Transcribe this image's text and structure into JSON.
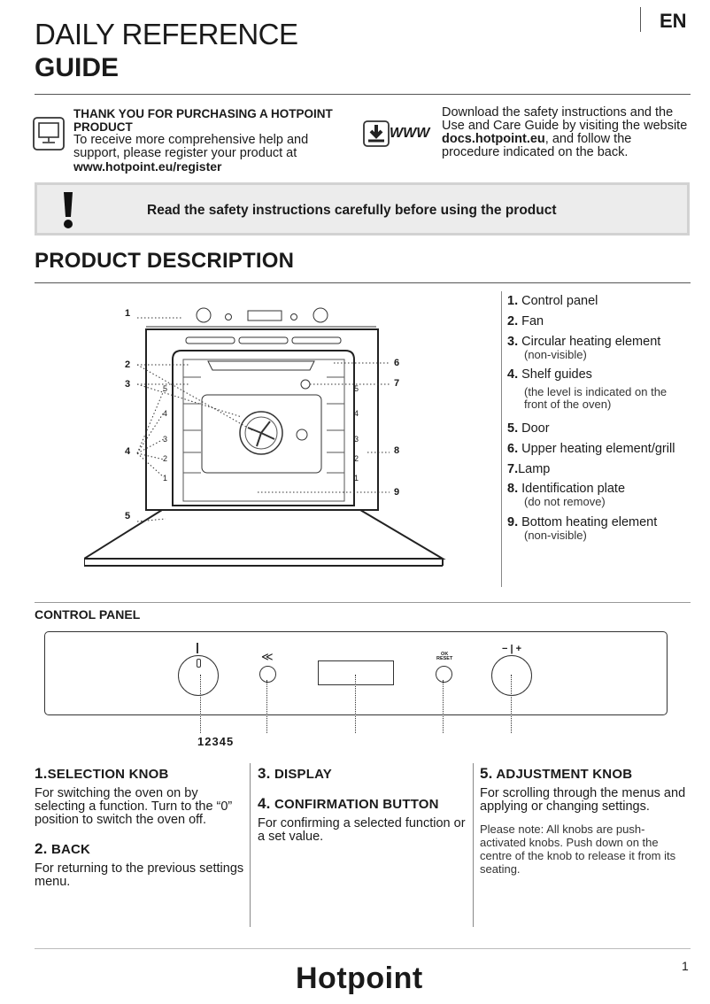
{
  "header": {
    "title_line1": "DAILY REFERENCE",
    "title_line2": "GUIDE",
    "language": "EN"
  },
  "intro": {
    "thanks_bold": "THANK YOU FOR PURCHASING A HOTPOINT PRODUCT",
    "thanks_text": "To receive more comprehensive help and support, please register your product at",
    "register_url": "www.hotpoint.eu/register",
    "download_text_1": "Download the safety instructions and the Use and Care Guide by visiting the website",
    "download_url": "docs.hotpoint.eu",
    "download_text_2": ", and follow the procedure indicated on the back.",
    "www_label": "WWW"
  },
  "safety": {
    "icon": "exclamation-icon",
    "text": "Read the safety instructions carefully before using the product"
  },
  "product_description": {
    "title": "PRODUCT DESCRIPTION",
    "callouts": [
      "1",
      "2",
      "3",
      "4",
      "5",
      "6",
      "7",
      "8",
      "9"
    ],
    "shelf_numbers_left": [
      "5",
      "4",
      "3",
      "2",
      "1"
    ],
    "shelf_numbers_right": [
      "5",
      "4",
      "3",
      "2",
      "1"
    ],
    "legend": [
      {
        "num": "1.",
        "label": "Control panel",
        "sub": ""
      },
      {
        "num": "2.",
        "label": "Fan",
        "sub": ""
      },
      {
        "num": "3.",
        "label": "Circular heating element",
        "sub": "(non-visible)"
      },
      {
        "num": "4.",
        "label": "Shelf guides",
        "sub": "(the level is indicated on the front of the oven)"
      },
      {
        "num": "5.",
        "label": "Door",
        "sub": ""
      },
      {
        "num": "6.",
        "label": "Upper heating element/grill",
        "sub": ""
      },
      {
        "num": "7.",
        "label": "Lamp",
        "sub": ""
      },
      {
        "num": "8.",
        "label": "Identification plate",
        "sub": "(do not remove)"
      },
      {
        "num": "9.",
        "label": "Bottom heating element",
        "sub": "(non-visible)"
      }
    ]
  },
  "control_panel": {
    "title": "CONTROL PANEL",
    "callouts": [
      "1",
      "2",
      "3",
      "4",
      "5"
    ],
    "back_symbol": "≪",
    "ok_label": "OK",
    "reset_label": "RESET",
    "adjust_symbol": "− | +",
    "columns": [
      {
        "items": [
          {
            "num": "1.",
            "title": "SELECTION KNOB",
            "text": "For switching the oven on by selecting a function. Turn to the “0” position to switch the oven off."
          },
          {
            "num": "2.",
            "title": "BACK",
            "text": "For returning to the previous settings menu."
          }
        ]
      },
      {
        "items": [
          {
            "num": "3.",
            "title": "DISPLAY",
            "text": ""
          },
          {
            "num": "4.",
            "title": "CONFIRMATION BUTTON",
            "text": "For confirming a selected function or a set value."
          }
        ]
      },
      {
        "items": [
          {
            "num": "5.",
            "title": "ADJUSTMENT KNOB",
            "text": "For scrolling through the menus and applying or changing settings."
          }
        ],
        "note": "Please note: All knobs are push-activated knobs. Push down on the centre of the knob to release it from its seating."
      }
    ]
  },
  "footer": {
    "brand": "Hotpoint",
    "page_number": "1"
  }
}
